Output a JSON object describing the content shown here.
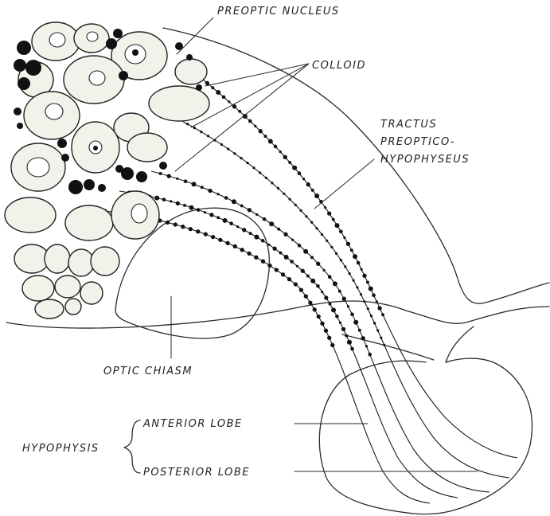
{
  "labels": {
    "preoptic_nucleus": "PREOPTIC NUCLEUS",
    "colloid": "COLLOID",
    "tractus_line1": "TRACTUS",
    "tractus_line2": "PREOPTICO-",
    "tractus_line3": "HYPOPHYSEUS",
    "optic_chiasm": "OPTIC CHIASM",
    "hypophysis": "HYPOPHYSIS",
    "anterior_lobe": "ANTERIOR LOBE",
    "posterior_lobe": "POSTERIOR LOBE"
  },
  "colors": {
    "ink": "#222222",
    "paper": "#ffffff",
    "cell_fill": "#f2f2ea"
  }
}
